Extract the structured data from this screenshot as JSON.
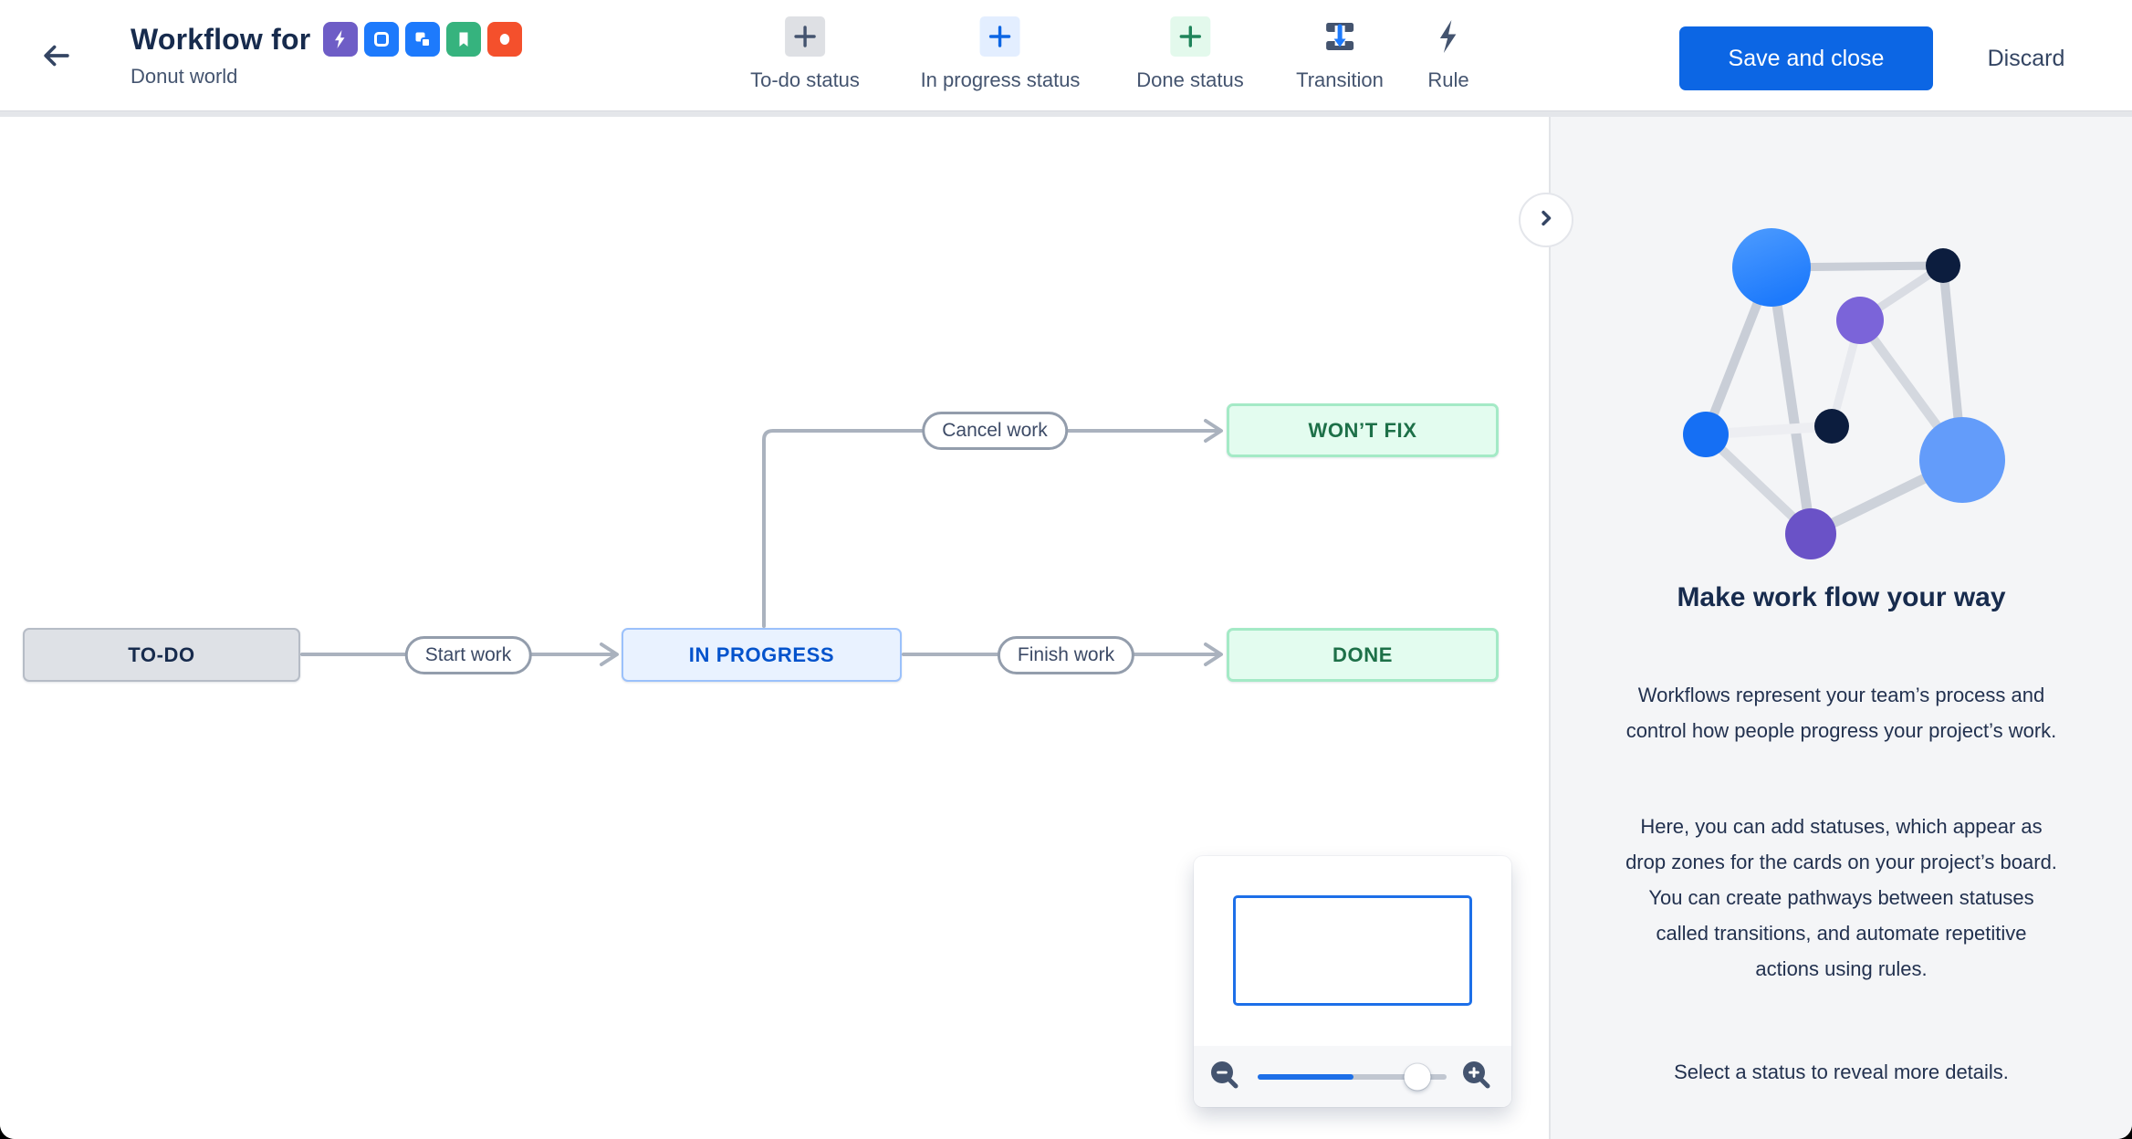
{
  "header": {
    "title": "Workflow for",
    "subtitle": "Donut world",
    "save_button": "Save and close",
    "discard_button": "Discard",
    "issue_type_icons": [
      {
        "name": "bolt-icon",
        "color": "#6E5DC6"
      },
      {
        "name": "story-icon",
        "color": "#1D7AFC"
      },
      {
        "name": "subtask-icon",
        "color": "#1D7AFC"
      },
      {
        "name": "bookmark-icon",
        "color": "#36B37E"
      },
      {
        "name": "circle-icon",
        "color": "#F4502C"
      }
    ]
  },
  "toolbar": {
    "items": [
      {
        "label": "To-do status",
        "icon": "plus-icon",
        "icon_bg": "#DEE0E4",
        "icon_color": "#44546F"
      },
      {
        "label": "In progress status",
        "icon": "plus-icon",
        "icon_bg": "#E3EEFF",
        "icon_color": "#0C66E4"
      },
      {
        "label": "Done status",
        "icon": "plus-icon",
        "icon_bg": "#E3F9EC",
        "icon_color": "#1F845A"
      },
      {
        "label": "Transition",
        "icon": "transition-icon"
      },
      {
        "label": "Rule",
        "icon": "lightning-icon"
      }
    ]
  },
  "workflow": {
    "statuses": [
      {
        "label": "TO-DO",
        "category": "todo"
      },
      {
        "label": "IN PROGRESS",
        "category": "in-progress"
      },
      {
        "label": "DONE",
        "category": "done"
      },
      {
        "label": "WON’T FIX",
        "category": "done"
      }
    ],
    "transitions": [
      {
        "label": "Start work",
        "from": "TO-DO",
        "to": "IN PROGRESS"
      },
      {
        "label": "Finish work",
        "from": "IN PROGRESS",
        "to": "DONE"
      },
      {
        "label": "Cancel work",
        "from": "IN PROGRESS",
        "to": "WON’T FIX"
      }
    ]
  },
  "minimap": {
    "zoom_slider_value": 0.5,
    "zoom_out": "zoom-out",
    "zoom_in": "zoom-in"
  },
  "panel": {
    "heading": "Make work flow your way",
    "paragraphs": [
      "Workflows represent your team’s process and control how people progress your project’s work.",
      "Here, you can add statuses, which appear as drop zones for the cards on your project’s board. You can create pathways between statuses called transitions, and automate repetitive actions using rules.",
      "Select a status to reveal more details."
    ]
  },
  "colors": {
    "accent_blue": "#0C66E4",
    "status_todo_bg": "#DEE1E6",
    "status_inprogress_bg": "#E9F2FF",
    "status_done_bg": "#E3FCEF",
    "connector_gray": "#AAB2BE",
    "panel_bg": "#F4F5F7"
  }
}
